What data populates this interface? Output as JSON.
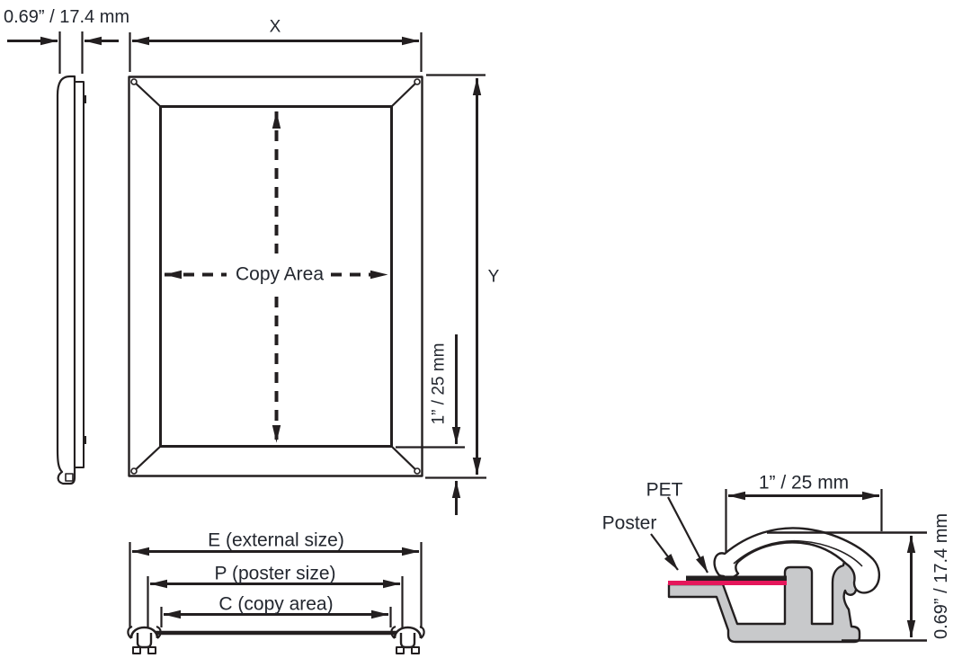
{
  "colors": {
    "line_color": "#231f20",
    "text_color": "#23272f",
    "poster_red": "#e5175b",
    "profile_gray": "#c8c9cb"
  },
  "front_view": {
    "depth_dim": "0.69” / 17.4 mm",
    "x_dim": "X",
    "y_dim": "Y",
    "copy_area": "Copy Area",
    "lip_dim": "1” / 25 mm"
  },
  "section_view": {
    "external": "E (external size)",
    "poster": "P (poster size)",
    "copy": "C (copy area)"
  },
  "profile_detail": {
    "pet": "PET",
    "poster": "Poster",
    "width_dim": "1” / 25 mm",
    "height_dim": "0.69” / 17.4 mm"
  }
}
